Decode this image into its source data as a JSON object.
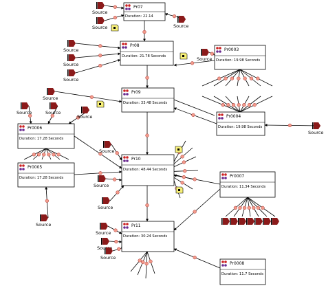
{
  "source_label": "Source",
  "processes": [
    {
      "name": "Pr07",
      "duration": "Duration: 22.14"
    },
    {
      "name": "Pr08",
      "duration": "Duration: 21.78 Seconds"
    },
    {
      "name": "Pr0003",
      "duration": "Duration: 19.98 Seconds"
    },
    {
      "name": "Pr09",
      "duration": "Duration: 33.48 Seconds"
    },
    {
      "name": "Pr0004",
      "duration": "Duration: 19.98 Seconds"
    },
    {
      "name": "Pr0006",
      "duration": "Duration: 17.28 Seconds"
    },
    {
      "name": "Pr10",
      "duration": "Duration: 48.44 Seconds"
    },
    {
      "name": "Pr0005",
      "duration": "Duration: 17.28 Seconds"
    },
    {
      "name": "Pr0007",
      "duration": "Duration: 11.34 Seconds"
    },
    {
      "name": "Pr11",
      "duration": "Duration: 30.24 Seconds"
    },
    {
      "name": "Pr0008",
      "duration": "Duration: 11.7 Seconds"
    }
  ],
  "colors": {
    "source_marker": "#8b1a1a",
    "resource_fill": "#f7f07a",
    "link_dot": "#f29a8a",
    "line": "#000000",
    "box_border": "#000000"
  }
}
